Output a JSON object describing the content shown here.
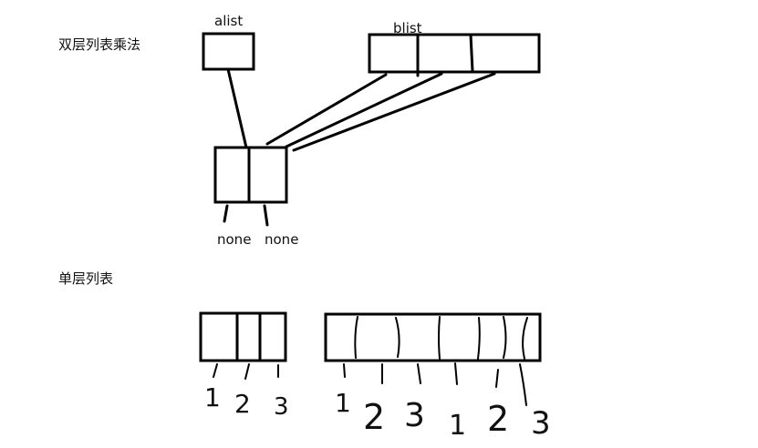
{
  "headings": {
    "nested": "双层列表乘法",
    "single": "单层列表"
  },
  "labels": {
    "alist": "alist",
    "blist": "blist",
    "none_left": "none",
    "none_right": "none"
  },
  "small_list_numbers": [
    "1",
    "2",
    "3"
  ],
  "large_list_numbers": [
    "1",
    "2",
    "3",
    "1",
    "2",
    "3"
  ]
}
